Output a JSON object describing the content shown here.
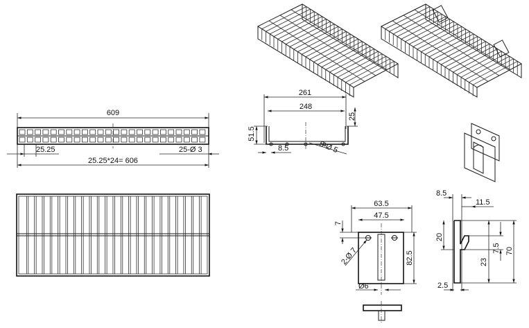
{
  "front_view": {
    "overall_length": "609",
    "pitch": "25.25",
    "holes": "25-Ø 3",
    "pitch_total": "25.25*24= 606"
  },
  "section_view": {
    "outer_width": "261",
    "inner_width": "248",
    "lip_height": "25",
    "height": "51.5",
    "offset": "8.5",
    "wire": "5-Ø 5"
  },
  "bracket_front": {
    "width": "63.5",
    "hole_spacing": "47.5",
    "top_offset": "7",
    "holes": "2-Ø 7",
    "height": "82.5",
    "bottom_hole": "Ø6"
  },
  "bracket_side": {
    "thickness": "8.5",
    "hook_depth": "11.5",
    "hook_height": "20",
    "gap": "7.5",
    "hook_drop": "23",
    "overall": "70",
    "plate": "2.5"
  }
}
